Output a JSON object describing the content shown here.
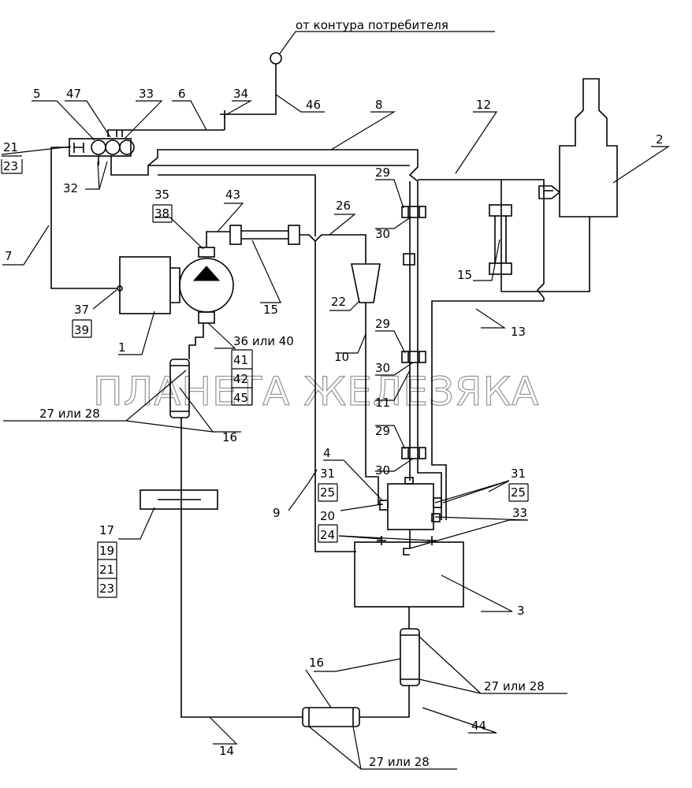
{
  "source_label": "от контура потребителя",
  "watermark": "ПЛАНЕТА ЖЕЛЕЗЯКА",
  "callouts": {
    "c1": "1",
    "c2": "2",
    "c3": "3",
    "c4": "4",
    "c5": "5",
    "c6": "6",
    "c7": "7",
    "c8": "8",
    "c9": "9",
    "c10": "10",
    "c11": "11",
    "c12": "12",
    "c13": "13",
    "c14": "14",
    "c15a": "15",
    "c15b": "15",
    "c16a": "16",
    "c16b": "16",
    "c17": "17",
    "c19": "19",
    "c20": "20",
    "c21a": "21",
    "c21b": "21",
    "c22": "22",
    "c23a": "23",
    "c23b": "23",
    "c24": "24",
    "c25a": "25",
    "c25b": "25",
    "c26": "26",
    "c29a": "29",
    "c29b": "29",
    "c29c": "29",
    "c30a": "30",
    "c30b": "30",
    "c30c": "30",
    "c31a": "31",
    "c31b": "31",
    "c32": "32",
    "c33a": "33",
    "c33b": "33",
    "c34": "34",
    "c35": "35",
    "c37": "37",
    "c38": "38",
    "c39": "39",
    "c41": "41",
    "c42": "42",
    "c43": "43",
    "c44": "44",
    "c45": "45",
    "c46": "46",
    "c47": "47",
    "c3640": "36 или 40",
    "c2728a": "27 или 28",
    "c2728b": "27 или 28",
    "c2728c": "27 или 28"
  }
}
